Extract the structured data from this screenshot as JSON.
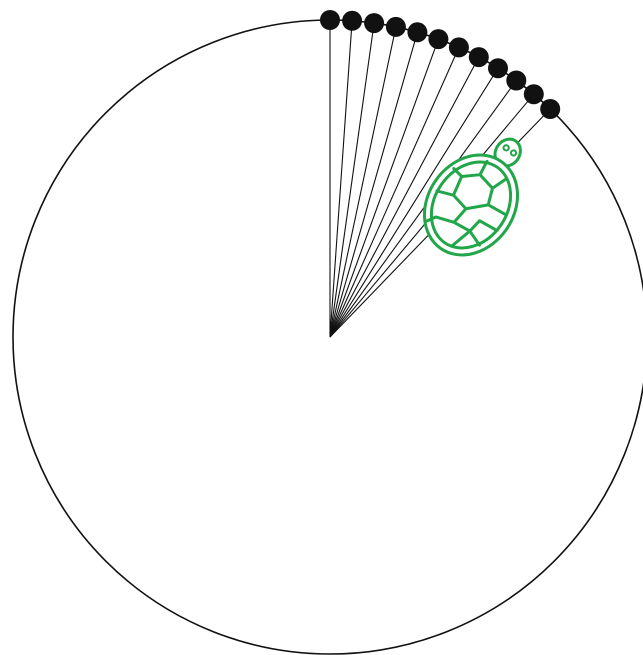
{
  "colors": {
    "background": "#ffffff",
    "outline": "#111111",
    "dot": "#111111",
    "turtle": "#22a64a"
  },
  "diagram": {
    "spoke_count": 12,
    "spoke_angles_deg": [
      0,
      4,
      8,
      12,
      16,
      20,
      24,
      28,
      32,
      36,
      40,
      44
    ],
    "turtle_icon": "turtle-icon"
  }
}
